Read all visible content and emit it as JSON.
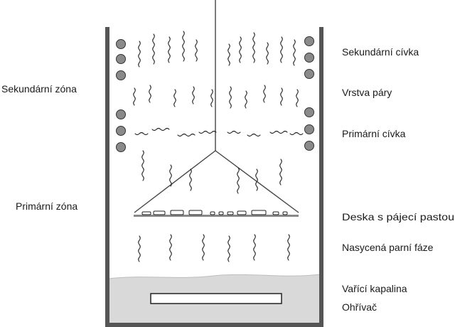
{
  "labels": {
    "secondary_zone": "Sekundární zóna",
    "primary_zone": "Primární zóna",
    "secondary_coil": "Sekundární cívka",
    "vapor_layer": "Vrstva páry",
    "primary_coil": "Primární cívka",
    "board_with_paste": "Deska s pájecí pastou",
    "saturated_vapor_phase": "Nasycená parní fáze",
    "boiling_liquid": "Vařící kapalina",
    "heater": "Ohřívač"
  },
  "colors": {
    "wall": "#555555",
    "coil": "#8a8a8a",
    "liquid": "#d9d9d9",
    "line": "#222222"
  }
}
